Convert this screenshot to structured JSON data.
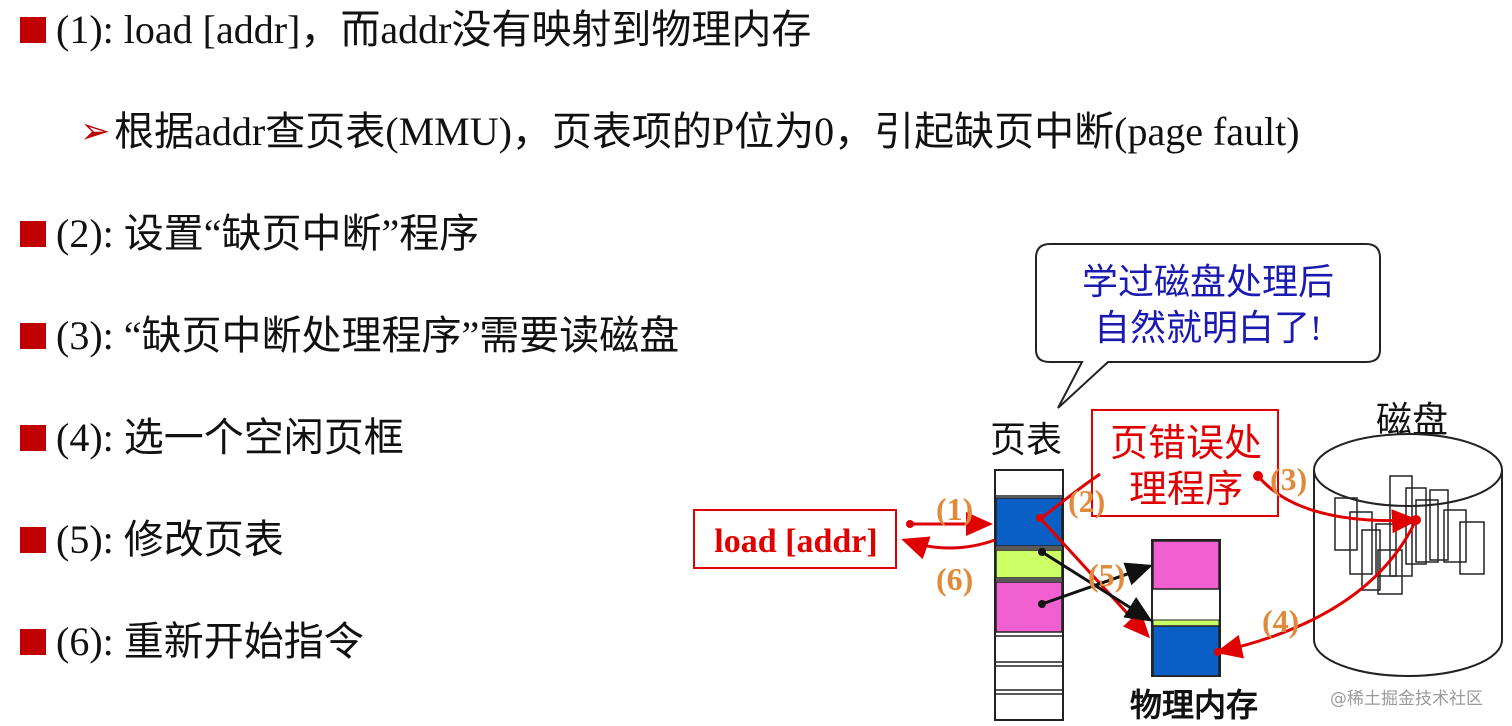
{
  "bullets": [
    {
      "text": "(1): load [addr]，而addr没有映射到物理内存"
    },
    {
      "text": "根据addr查页表(MMU)，页表项的P位为0，引起缺页中断(page fault)",
      "sub": true
    },
    {
      "text": "(2): 设置“缺页中断”程序"
    },
    {
      "text": "(3): “缺页中断处理程序”需要读磁盘"
    },
    {
      "text": "(4): 选一个空闲页框"
    },
    {
      "text": "(5): 修改页表"
    },
    {
      "text": "(6): 重新开始指令"
    }
  ],
  "diagram": {
    "callout_line1": "学过磁盘处理后",
    "callout_line2": "自然就明白了!",
    "page_table_label": "页表",
    "disk_label": "磁盘",
    "handler_line1": "页错误处",
    "handler_line2": "理程序",
    "instruction": "load [addr]",
    "memory_label": "物理内存",
    "steps": [
      "(1)",
      "(2)",
      "(3)",
      "(4)",
      "(5)",
      "(6)"
    ]
  },
  "watermark": "@稀土掘金技术社区",
  "colors": {
    "bullet": "#c00000",
    "accent_red": "#e00000",
    "step_orange": "#e08a3c",
    "callout_blue": "#1a1ab0",
    "page_blue": "#0a5fc4",
    "page_green": "#ccff66",
    "page_pink": "#f060d0"
  }
}
